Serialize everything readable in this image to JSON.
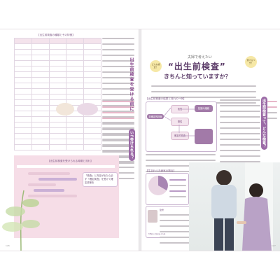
{
  "header": {
    "kicker": "夫婦で考えたい",
    "title": "“出生前検査”",
    "subtitle": "きちんと知っていますか？",
    "bubble_left": "どんな検査？",
    "bubble_right": "受けるべき？"
  },
  "left_page": {
    "table_header": "【出生前検査の種類とその特徴】",
    "side_heading": "出生前検査を受ける前に",
    "side_pill": "いつ受けられる？",
    "timeline_header": "【出生前検査を受けられる時期と流れ】",
    "callout_text": "「検査」と判定が出たら必ず「確定検査」を受けて確定診断を",
    "folio": "126"
  },
  "right_page": {
    "flow_header": "【出生前検査の結果と流れの一例】",
    "chip_1": "非確定的検査",
    "chip_2": "陰性",
    "chip_3": "陽性",
    "chip_4": "確定的検査",
    "chip_5": "妊娠の継続",
    "stat_header": "【生まれつき病気の割合】",
    "side_heading": "出生前検査って、どんな検査？",
    "expert_label": "監修",
    "folio": "127",
    "url": "https://jsog.or.jp"
  },
  "colors": {
    "accent_purple": "#9b6aa6",
    "accent_pink": "#f6dde7",
    "title_color": "#5a3a67"
  }
}
